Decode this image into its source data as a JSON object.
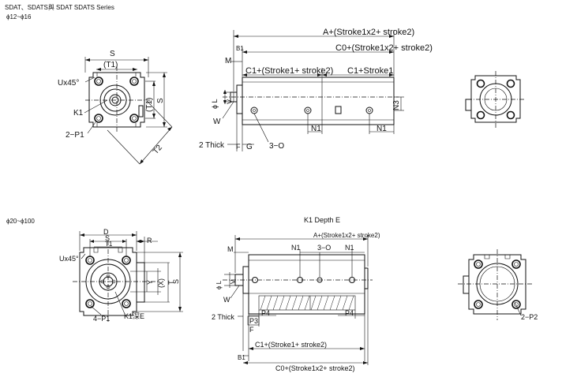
{
  "header": {
    "series_title": "SDAT、SDATS與 SDAT SDATS Series",
    "size_small": "ϕ12~ϕ16",
    "size_large": "ϕ20~ϕ100"
  },
  "top_front": {
    "S": "S",
    "T1": "(T1)",
    "T1_vertical": "(T1)",
    "S_vertical": "S",
    "U": "Ux45°",
    "K1": "K1",
    "P1": "2−P1",
    "T2": "T2"
  },
  "top_side": {
    "A_dim": "A+(Stroke1x2+ stroke2)",
    "C0_dim": "C0+(Stroke1x2+ stroke2)",
    "C1_left": "C1+(Stroke1+ stroke2)",
    "C1_right": "C1+Stroke1",
    "B1": "B1",
    "M": "M",
    "L": "ϕ L",
    "V": "V",
    "W": "W",
    "thick": "2 Thick",
    "F": "F",
    "G": "G",
    "O": "3−O",
    "N1_left": "N1",
    "N1_right": "N1",
    "N3": "N3"
  },
  "bottom_front": {
    "D": "D",
    "S": "S",
    "T1": "T1",
    "R": "R",
    "U": "Ux45°",
    "Y": "Y",
    "X": "(X)",
    "T": "T",
    "S_vertical": "S",
    "P1": "4−P1",
    "K1E": "K1深E"
  },
  "bottom_side": {
    "K1_depth": "K1 Depth E",
    "A_dim": "A+(Stroke1x2+ stroke2)",
    "M": "M",
    "N1_left": "N1",
    "O": "3−O",
    "N1_right": "N1",
    "L": "ϕ L",
    "V": "V",
    "W": "W",
    "thick": "2 Thick",
    "P4_left": "P4",
    "P4_right": "P4",
    "P3": "P3",
    "F": "F",
    "C1_dim": "C1+(Stroke1+ stroke2)",
    "B1": "B1",
    "C0_dim": "C0+(Stroke1x2+ stroke2)"
  },
  "bottom_rear": {
    "P2": "2−P2"
  }
}
